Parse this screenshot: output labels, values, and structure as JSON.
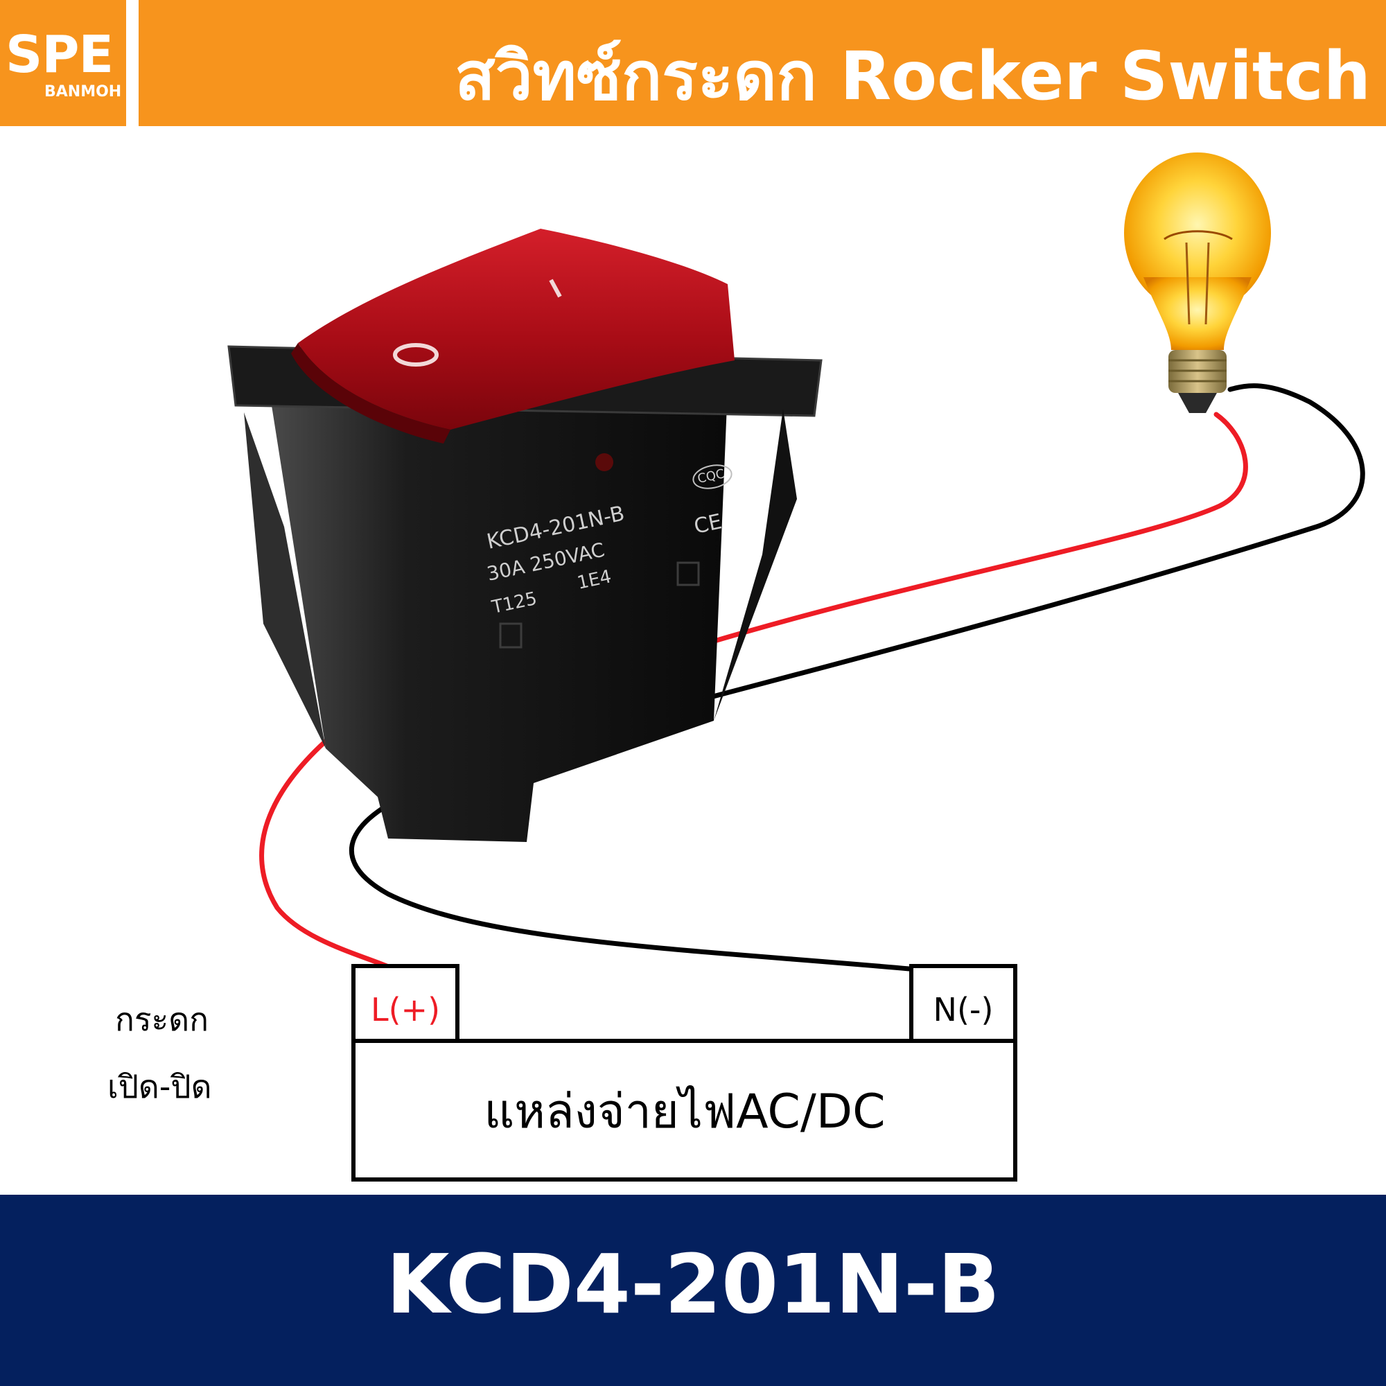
{
  "header": {
    "logo_main": "SPE",
    "logo_sub": "BANMOH",
    "title": "สวิทซ์กระดก Rocker Switch"
  },
  "switch": {
    "rocker_off_symbol": "O",
    "rocker_on_symbol": "I",
    "marking_model": "KCD4-201N-B",
    "marking_rating": "30A  250VAC",
    "marking_temp": "T125",
    "marking_cycles": "1E4",
    "cert_cqc": "CQC",
    "cert_ce": "CE"
  },
  "supply": {
    "l_label": "L(+)",
    "n_label": "N(-)",
    "label": "แหล่งจ่ายไฟAC/DC"
  },
  "side_labels": {
    "line1": "กระดก",
    "line2": "เปิด-ปิด"
  },
  "footer": {
    "model": "KCD4-201N-B"
  },
  "colors": {
    "header_orange": "#f7941d",
    "footer_navy": "#04205e",
    "wire_red": "#ee1c25",
    "wire_black": "#000000",
    "rocker_red": "#b3101a"
  }
}
